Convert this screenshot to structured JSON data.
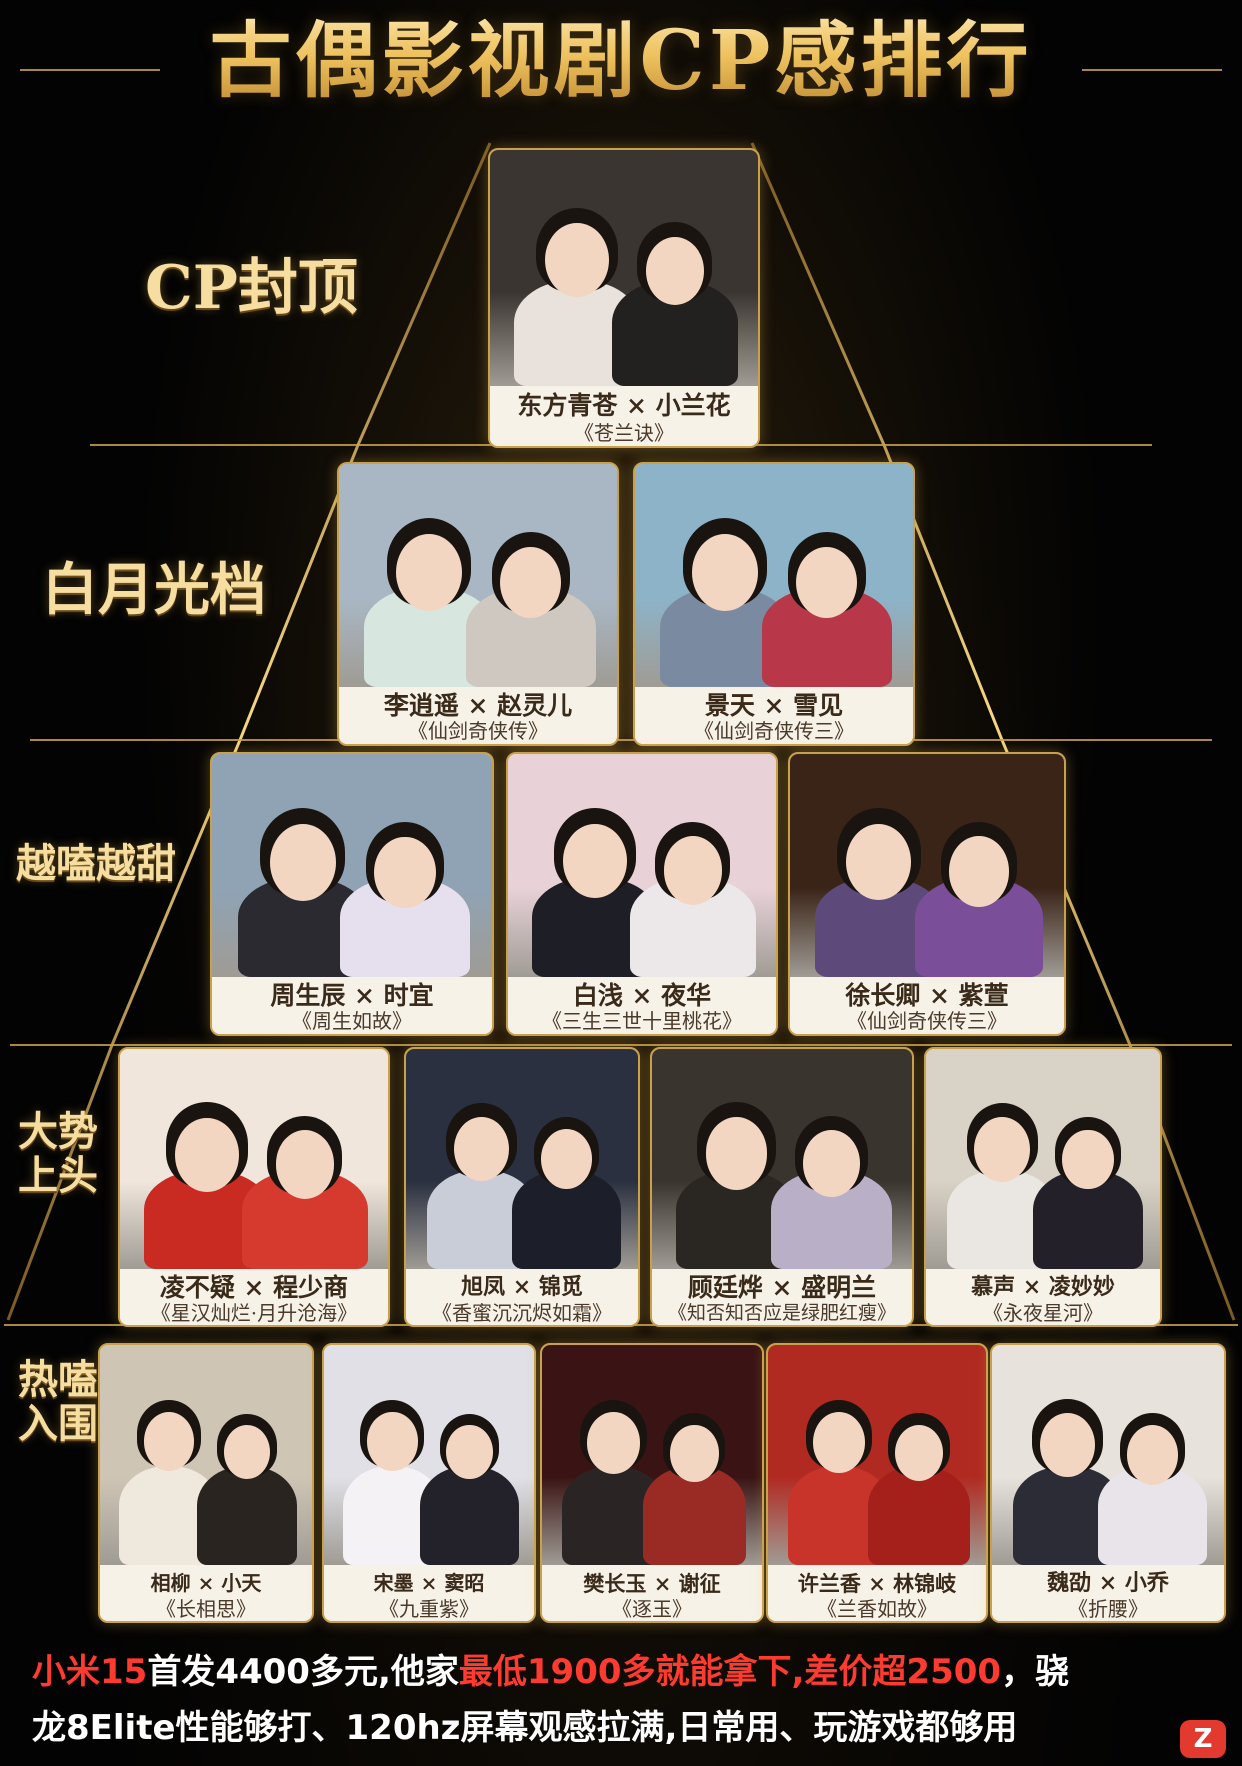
{
  "title": "古偶影视剧CP感排行",
  "tiers": [
    {
      "label": "CP封顶",
      "cards": [
        {
          "names": "东方青苍 × 小兰花",
          "drama": "《苍兰诀》",
          "bg": "#3a3530",
          "c1": "#e9e2dc",
          "c2": "#232020"
        }
      ]
    },
    {
      "label": "白月光档",
      "cards": [
        {
          "names": "李逍遥 × 赵灵儿",
          "drama": "《仙剑奇侠传》",
          "bg": "#a9b7c4",
          "c1": "#d8e6e0",
          "c2": "#cfc8c0"
        },
        {
          "names": "景天 × 雪见",
          "drama": "《仙剑奇侠传三》",
          "bg": "#8db3c8",
          "c1": "#7a8aa0",
          "c2": "#b8384a"
        }
      ]
    },
    {
      "label": "越嗑越甜",
      "cards": [
        {
          "names": "周生辰 × 时宜",
          "drama": "《周生如故》",
          "bg": "#8fa3b5",
          "c1": "#2a2a30",
          "c2": "#e6e0ee"
        },
        {
          "names": "白浅 × 夜华",
          "drama": "《三生三世十里桃花》",
          "bg": "#e8d2d8",
          "c1": "#1e1e26",
          "c2": "#ece8ea"
        },
        {
          "names": "徐长卿 × 紫萱",
          "drama": "《仙剑奇侠传三》",
          "bg": "#3a2418",
          "c1": "#5e4a7a",
          "c2": "#7a4e98"
        }
      ]
    },
    {
      "label": "大势\n上头",
      "cards": [
        {
          "names": "凌不疑 × 程少商",
          "drama": "《星汉灿烂·月升沧海》",
          "bg": "#f0e6dc",
          "c1": "#c92a22",
          "c2": "#d63a2e"
        },
        {
          "names": "旭凤 × 锦觅",
          "drama": "《香蜜沉沉烬如霜》",
          "bg": "#2a3040",
          "c1": "#c9cdd8",
          "c2": "#1c1f2a"
        },
        {
          "names": "顾廷烨 × 盛明兰",
          "drama": "《知否知否应是绿肥红瘦》",
          "bg": "#3a342e",
          "c1": "#2a2622",
          "c2": "#b9b0c8"
        },
        {
          "names": "慕声 × 凌妙妙",
          "drama": "《永夜星河》",
          "bg": "#d9d2c6",
          "c1": "#eae6e2",
          "c2": "#23202a"
        }
      ]
    },
    {
      "label": "热嗑\n入围",
      "cards": [
        {
          "names": "相柳 × 小天",
          "drama": "《长相思》",
          "bg": "#cfc5b5",
          "c1": "#efe8dc",
          "c2": "#2a2420"
        },
        {
          "names": "宋墨 × 窦昭",
          "drama": "《九重紫》",
          "bg": "#e0e0e6",
          "c1": "#f4f2f4",
          "c2": "#23222a"
        },
        {
          "names": "樊长玉 × 谢征",
          "drama": "《逐玉》",
          "bg": "#3a1414",
          "c1": "#2a2424",
          "c2": "#9a2a24"
        },
        {
          "names": "许兰香 × 林锦岐",
          "drama": "《兰香如故》",
          "bg": "#b02a22",
          "c1": "#c9342a",
          "c2": "#a5201a"
        },
        {
          "names": "魏劭 × 小乔",
          "drama": "《折腰》",
          "bg": "#e8e2dc",
          "c1": "#2c2c36",
          "c2": "#e8e4ea"
        }
      ]
    }
  ],
  "promo": {
    "line1": [
      {
        "t": "小米15",
        "c": "r"
      },
      {
        "t": "首发4400多元,他家",
        "c": "w"
      },
      {
        "t": "最低1900多就能拿下,差价超2500",
        "c": "r"
      },
      {
        "t": "，骁",
        "c": "w"
      }
    ],
    "line2": [
      {
        "t": "龙8Elite性能够打、120hz屏幕观感拉满,日常用、玩游戏都够用",
        "c": "w"
      }
    ]
  },
  "badge": "Z"
}
